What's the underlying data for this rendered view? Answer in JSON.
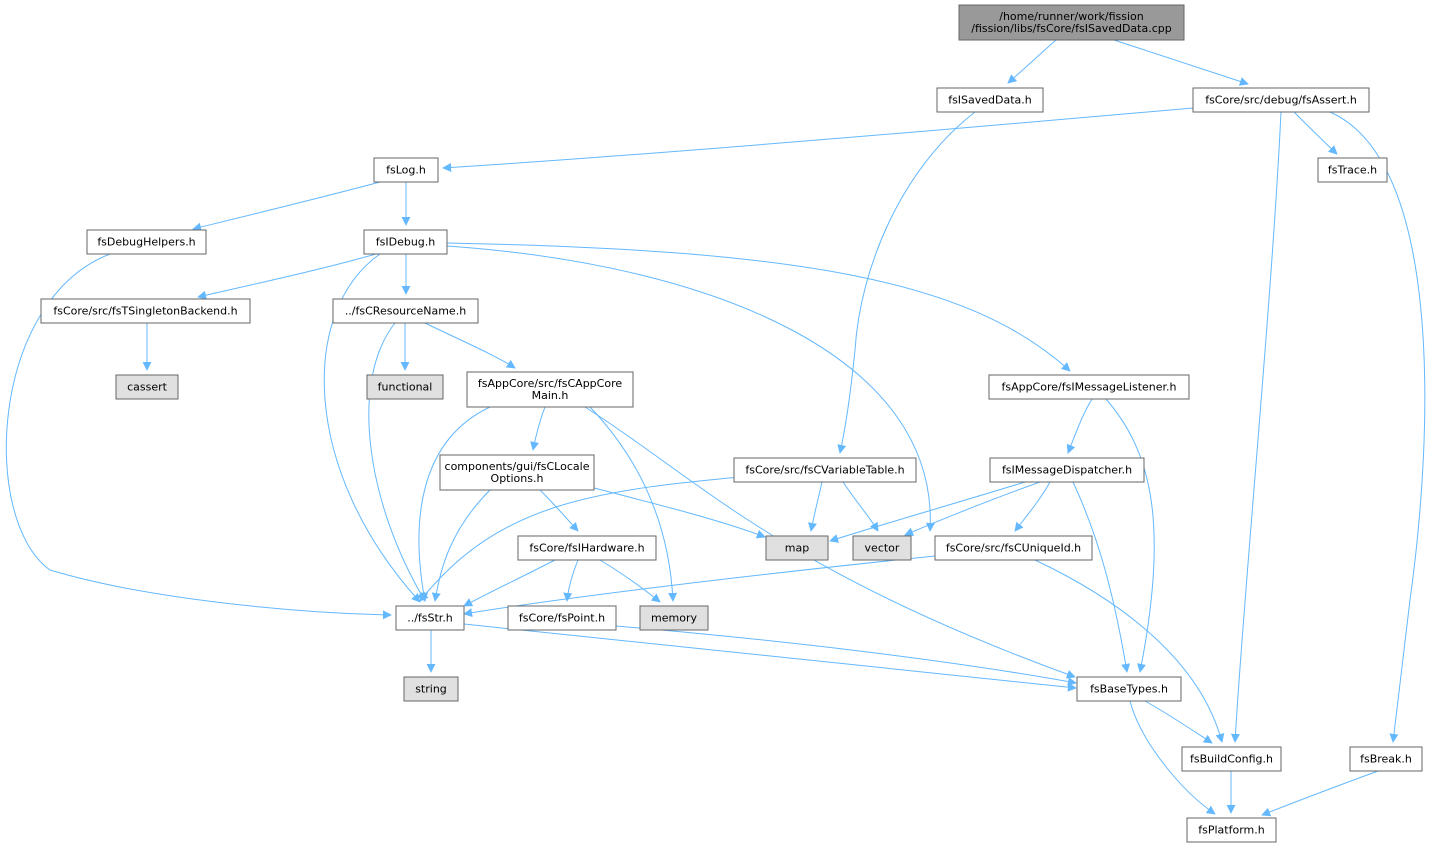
{
  "graph": {
    "colors": {
      "root_fill": "#999999",
      "header_fill": "#ffffff",
      "system_fill": "#e0e0e0",
      "border": "#666666",
      "edge": "#63b8ff"
    },
    "nodes": [
      {
        "id": "root",
        "lines": [
          "/home/runner/work/fission",
          "/fission/libs/fsCore/fsISavedData.cpp"
        ],
        "kind": "root"
      },
      {
        "id": "fsISavedData_h",
        "lines": [
          "fsISavedData.h"
        ],
        "kind": "header"
      },
      {
        "id": "fsAssert_h",
        "lines": [
          "fsCore/src/debug/fsAssert.h"
        ],
        "kind": "header"
      },
      {
        "id": "fsLog_h",
        "lines": [
          "fsLog.h"
        ],
        "kind": "header"
      },
      {
        "id": "fsTrace_h",
        "lines": [
          "fsTrace.h"
        ],
        "kind": "header"
      },
      {
        "id": "fsDebugHelpers_h",
        "lines": [
          "fsDebugHelpers.h"
        ],
        "kind": "header"
      },
      {
        "id": "fsIDebug_h",
        "lines": [
          "fsIDebug.h"
        ],
        "kind": "header"
      },
      {
        "id": "fsTSingletonBackend_h",
        "lines": [
          "fsCore/src/fsTSingletonBackend.h"
        ],
        "kind": "header"
      },
      {
        "id": "fsCResourceName_h",
        "lines": [
          "../fsCResourceName.h"
        ],
        "kind": "header"
      },
      {
        "id": "cassert",
        "lines": [
          "cassert"
        ],
        "kind": "system"
      },
      {
        "id": "functional",
        "lines": [
          "functional"
        ],
        "kind": "system"
      },
      {
        "id": "fsCAppCoreMain_h",
        "lines": [
          "fsAppCore/src/fsCAppCore",
          "Main.h"
        ],
        "kind": "header"
      },
      {
        "id": "fsIMessageListener_h",
        "lines": [
          "fsAppCore/fsIMessageListener.h"
        ],
        "kind": "header"
      },
      {
        "id": "fsCLocaleOptions_h",
        "lines": [
          "components/gui/fsCLocale",
          "Options.h"
        ],
        "kind": "header"
      },
      {
        "id": "fsCVariableTable_h",
        "lines": [
          "fsCore/src/fsCVariableTable.h"
        ],
        "kind": "header"
      },
      {
        "id": "fsIMessageDispatcher_h",
        "lines": [
          "fsIMessageDispatcher.h"
        ],
        "kind": "header"
      },
      {
        "id": "fsIHardware_h",
        "lines": [
          "fsCore/fsIHardware.h"
        ],
        "kind": "header"
      },
      {
        "id": "map",
        "lines": [
          "map"
        ],
        "kind": "system"
      },
      {
        "id": "vector",
        "lines": [
          "vector"
        ],
        "kind": "system"
      },
      {
        "id": "fsCUniqueId_h",
        "lines": [
          "fsCore/src/fsCUniqueId.h"
        ],
        "kind": "header"
      },
      {
        "id": "fsStr_h",
        "lines": [
          "../fsStr.h"
        ],
        "kind": "header"
      },
      {
        "id": "fsPoint_h",
        "lines": [
          "fsCore/fsPoint.h"
        ],
        "kind": "header"
      },
      {
        "id": "memory",
        "lines": [
          "memory"
        ],
        "kind": "system"
      },
      {
        "id": "string",
        "lines": [
          "string"
        ],
        "kind": "system"
      },
      {
        "id": "fsBaseTypes_h",
        "lines": [
          "fsBaseTypes.h"
        ],
        "kind": "header"
      },
      {
        "id": "fsBuildConfig_h",
        "lines": [
          "fsBuildConfig.h"
        ],
        "kind": "header"
      },
      {
        "id": "fsBreak_h",
        "lines": [
          "fsBreak.h"
        ],
        "kind": "header"
      },
      {
        "id": "fsPlatform_h",
        "lines": [
          "fsPlatform.h"
        ],
        "kind": "header"
      }
    ],
    "edges": [
      {
        "from": "root",
        "to": "fsISavedData_h"
      },
      {
        "from": "root",
        "to": "fsAssert_h"
      },
      {
        "from": "fsISavedData_h",
        "to": "fsCVariableTable_h"
      },
      {
        "from": "fsAssert_h",
        "to": "fsLog_h"
      },
      {
        "from": "fsAssert_h",
        "to": "fsTrace_h"
      },
      {
        "from": "fsAssert_h",
        "to": "fsBuildConfig_h"
      },
      {
        "from": "fsAssert_h",
        "to": "fsBreak_h"
      },
      {
        "from": "fsLog_h",
        "to": "fsDebugHelpers_h"
      },
      {
        "from": "fsLog_h",
        "to": "fsIDebug_h"
      },
      {
        "from": "fsDebugHelpers_h",
        "to": "fsStr_h"
      },
      {
        "from": "fsIDebug_h",
        "to": "fsTSingletonBackend_h"
      },
      {
        "from": "fsIDebug_h",
        "to": "fsCResourceName_h"
      },
      {
        "from": "fsIDebug_h",
        "to": "fsStr_h"
      },
      {
        "from": "fsIDebug_h",
        "to": "vector"
      },
      {
        "from": "fsIDebug_h",
        "to": "fsIMessageListener_h"
      },
      {
        "from": "fsTSingletonBackend_h",
        "to": "cassert"
      },
      {
        "from": "fsCResourceName_h",
        "to": "functional"
      },
      {
        "from": "fsCResourceName_h",
        "to": "fsCAppCoreMain_h"
      },
      {
        "from": "fsCResourceName_h",
        "to": "fsStr_h"
      },
      {
        "from": "fsCAppCoreMain_h",
        "to": "fsCLocaleOptions_h"
      },
      {
        "from": "fsCAppCoreMain_h",
        "to": "fsStr_h"
      },
      {
        "from": "fsCAppCoreMain_h",
        "to": "memory"
      },
      {
        "from": "fsCAppCoreMain_h",
        "to": "fsBaseTypes_h"
      },
      {
        "from": "fsCLocaleOptions_h",
        "to": "fsIHardware_h"
      },
      {
        "from": "fsCLocaleOptions_h",
        "to": "map"
      },
      {
        "from": "fsCLocaleOptions_h",
        "to": "fsStr_h"
      },
      {
        "from": "fsIHardware_h",
        "to": "fsStr_h"
      },
      {
        "from": "fsIHardware_h",
        "to": "fsPoint_h"
      },
      {
        "from": "fsIHardware_h",
        "to": "memory"
      },
      {
        "from": "fsPoint_h",
        "to": "fsBaseTypes_h"
      },
      {
        "from": "fsCVariableTable_h",
        "to": "map"
      },
      {
        "from": "fsCVariableTable_h",
        "to": "vector"
      },
      {
        "from": "fsCVariableTable_h",
        "to": "fsStr_h"
      },
      {
        "from": "fsIMessageListener_h",
        "to": "fsIMessageDispatcher_h"
      },
      {
        "from": "fsIMessageListener_h",
        "to": "fsBaseTypes_h"
      },
      {
        "from": "fsIMessageDispatcher_h",
        "to": "map"
      },
      {
        "from": "fsIMessageDispatcher_h",
        "to": "vector"
      },
      {
        "from": "fsIMessageDispatcher_h",
        "to": "fsCUniqueId_h"
      },
      {
        "from": "fsIMessageDispatcher_h",
        "to": "fsBaseTypes_h"
      },
      {
        "from": "fsCUniqueId_h",
        "to": "fsStr_h"
      },
      {
        "from": "fsCUniqueId_h",
        "to": "fsBuildConfig_h"
      },
      {
        "from": "fsStr_h",
        "to": "string"
      },
      {
        "from": "fsStr_h",
        "to": "fsBaseTypes_h"
      },
      {
        "from": "fsBaseTypes_h",
        "to": "fsBuildConfig_h"
      },
      {
        "from": "fsBaseTypes_h",
        "to": "fsPlatform_h"
      },
      {
        "from": "fsBuildConfig_h",
        "to": "fsPlatform_h"
      },
      {
        "from": "fsBreak_h",
        "to": "fsPlatform_h"
      }
    ]
  }
}
